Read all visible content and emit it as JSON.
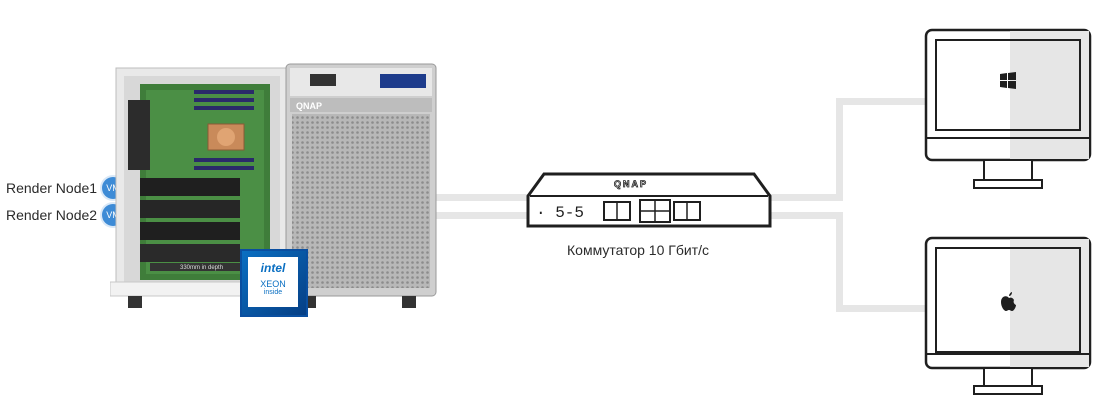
{
  "nodes": [
    {
      "label": "Render Node1",
      "badge": "VM"
    },
    {
      "label": "Render Node2",
      "badge": "VM"
    }
  ],
  "nas": {
    "brand": "QNAP",
    "depth_text": "330mm in depth",
    "cpu_badge": {
      "brand": "intel",
      "line": "XEON",
      "sub": "inside"
    }
  },
  "switch": {
    "brand": "QNAP",
    "label": "Коммутатор 10 Гбит/с"
  },
  "clients": [
    {
      "os_icon": "windows-icon"
    },
    {
      "os_icon": "apple-icon"
    }
  ],
  "colors": {
    "vm_badge": "#3d8bd6",
    "wire": "#e6e6e6",
    "intel_blue": "#0a6fc2"
  }
}
